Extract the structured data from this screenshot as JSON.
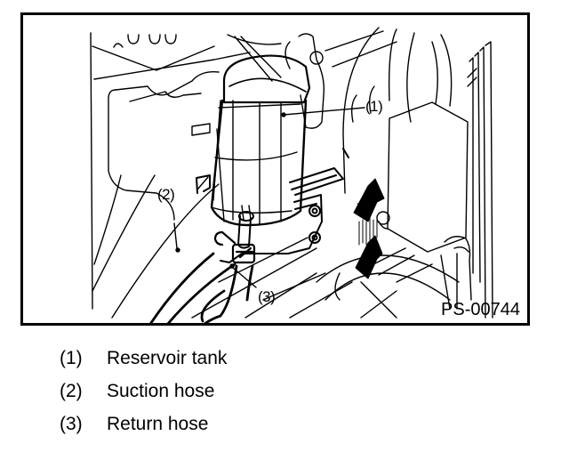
{
  "figure": {
    "id": "PS-00744",
    "subject": "Power steering reservoir tank area (engine compartment line drawing)",
    "callouts": [
      {
        "label": "(1)",
        "target": "Reservoir tank"
      },
      {
        "label": "(2)",
        "target": "Suction hose"
      },
      {
        "label": "(3)",
        "target": "Return hose"
      }
    ],
    "arrows": [
      {
        "icon": "arrow-icon",
        "direction": "pointing toward bracket bolts"
      },
      {
        "icon": "arrow-icon",
        "direction": "pointing toward bracket bolts"
      }
    ]
  },
  "legend": [
    {
      "number": "(1)",
      "text": "Reservoir tank"
    },
    {
      "number": "(2)",
      "text": "Suction hose"
    },
    {
      "number": "(3)",
      "text": "Return hose"
    }
  ]
}
